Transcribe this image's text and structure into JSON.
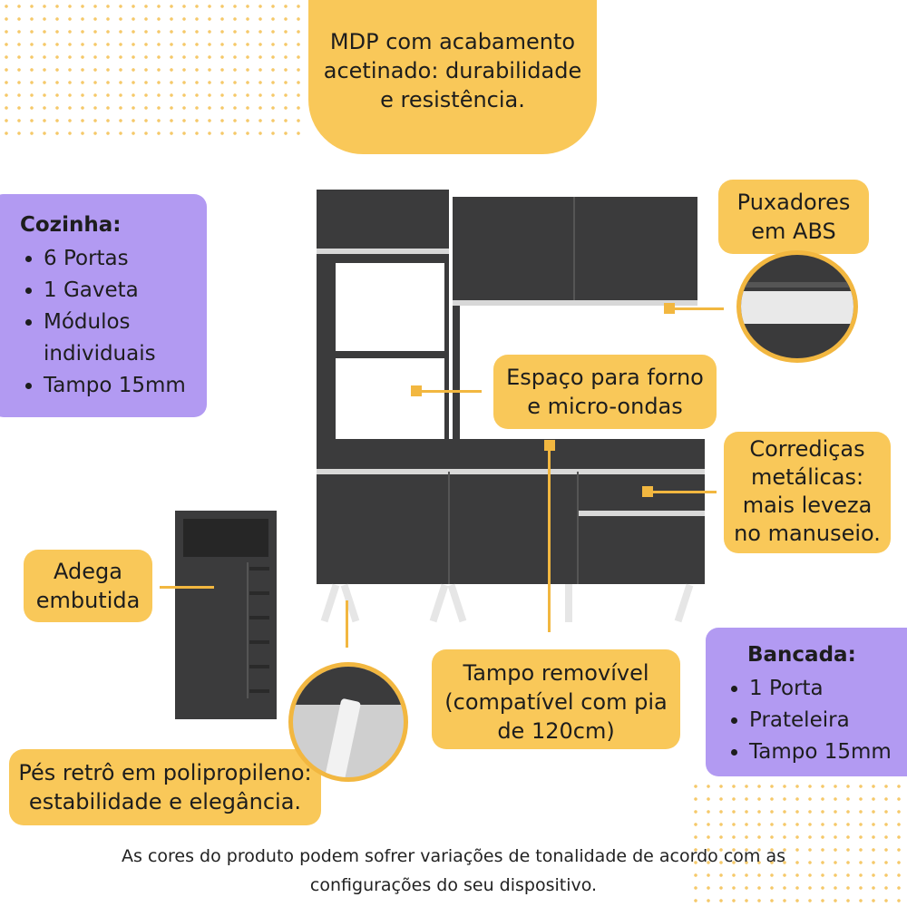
{
  "callouts": {
    "mdp": [
      "MDP com acabamento",
      "acetinado: durabilidade",
      "e resistência."
    ],
    "puxadores": [
      "Puxadores",
      "em ABS"
    ],
    "espaco": [
      "Espaço para forno",
      "e micro-ondas"
    ],
    "corredicas": [
      "Corrediças",
      "metálicas:",
      "mais leveza",
      "no manuseio."
    ],
    "adega": [
      "Adega",
      "embutida"
    ],
    "tampo": [
      "Tampo removível",
      "(compatível com pia",
      "de 120cm)"
    ],
    "pes": [
      "Pés retrô em polipropileno:",
      "estabilidade e elegância."
    ]
  },
  "cozinha": {
    "title": "Cozinha:",
    "items": [
      "6 Portas",
      "1 Gaveta",
      "Módulos individuais",
      "Tampo 15mm"
    ]
  },
  "bancada": {
    "title": "Bancada:",
    "items": [
      "1 Porta",
      "Prateleira",
      "Tampo 15mm"
    ]
  },
  "footer": [
    "As cores do produto podem sofrer variações de tonalidade de acordo com as",
    "configurações do seu dispositivo."
  ],
  "colors": {
    "yellow": "#f9c859",
    "purple": "#b29af2",
    "cabinet": "#3b3b3c",
    "accent": "#f2b740"
  }
}
